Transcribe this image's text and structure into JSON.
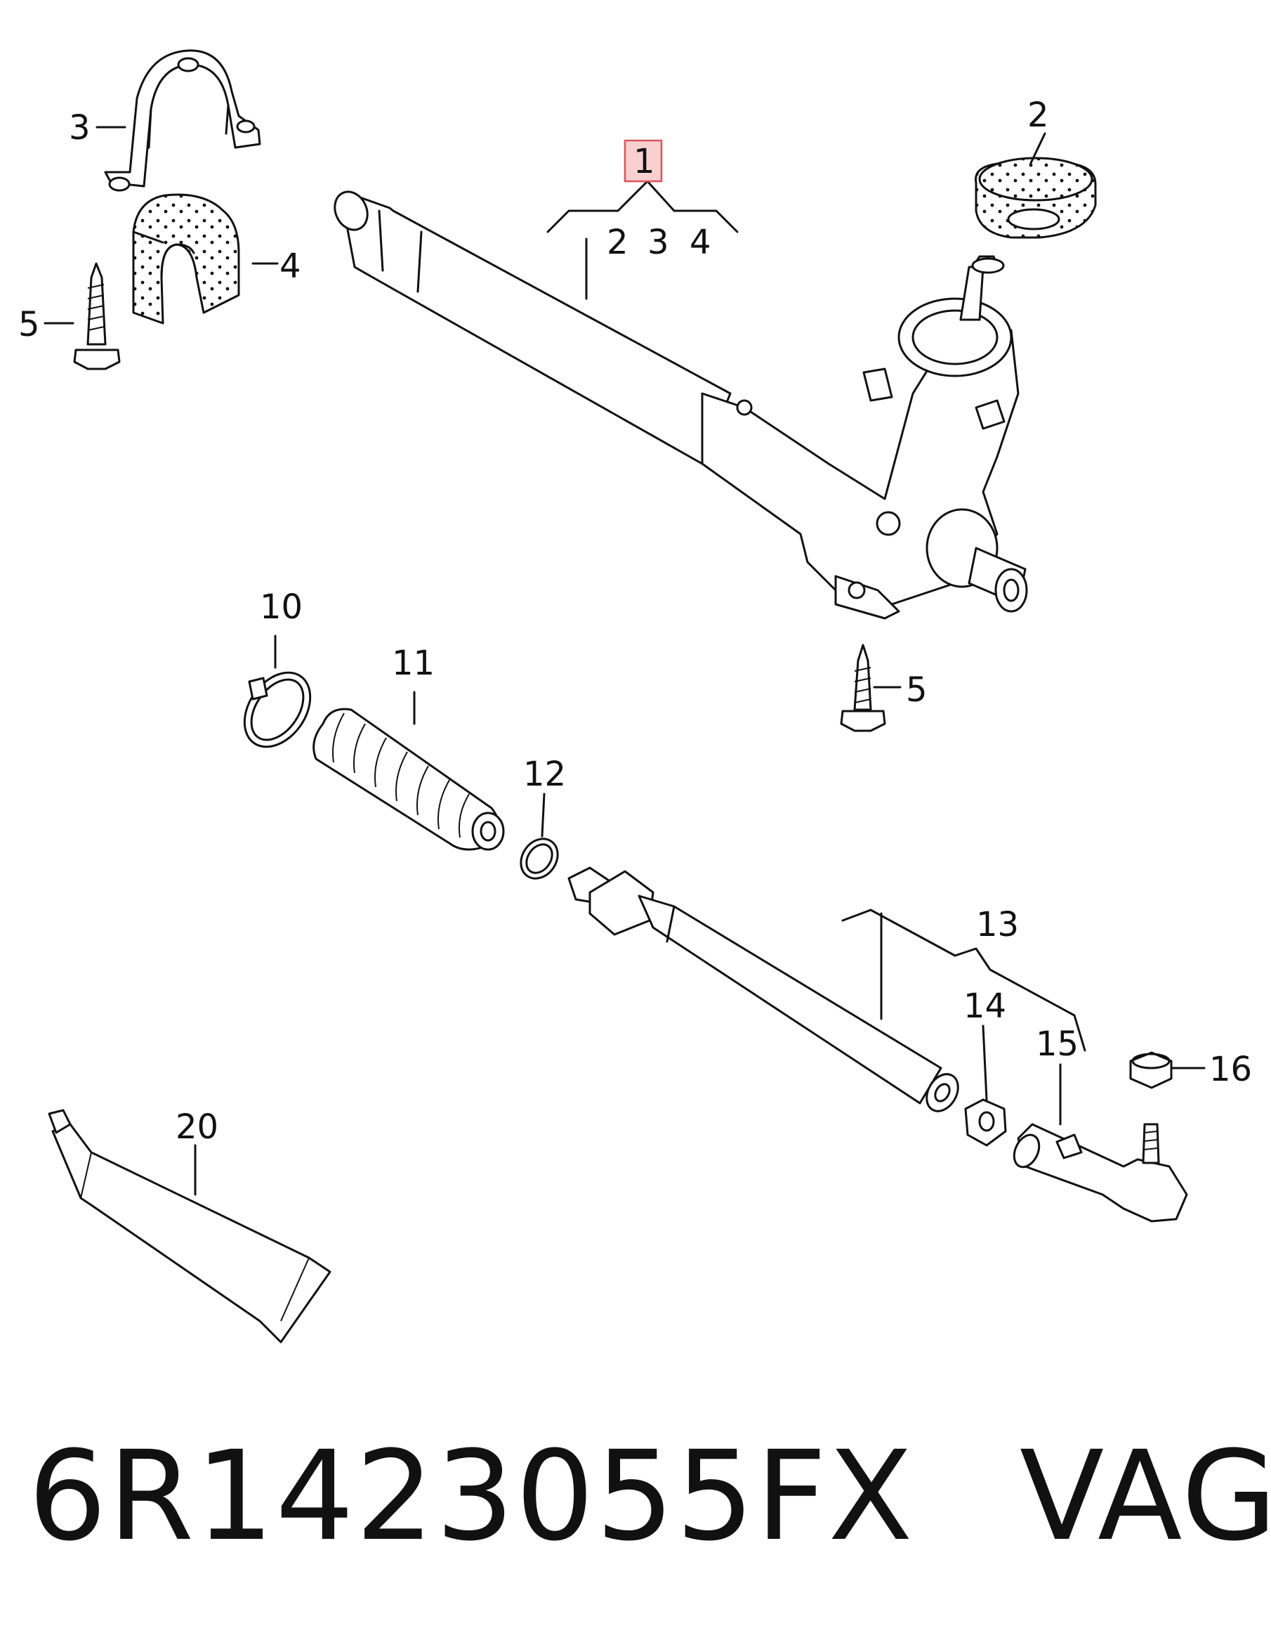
{
  "callouts": {
    "c1": "1",
    "c1_sub2": "2",
    "c1_sub3": "3",
    "c1_sub4": "4",
    "c2": "2",
    "c3": "3",
    "c4": "4",
    "c5a": "5",
    "c5b": "5",
    "c10": "10",
    "c11": "11",
    "c12": "12",
    "c13": "13",
    "c14": "14",
    "c15": "15",
    "c16": "16",
    "c20": "20"
  },
  "highlight_color": "#f9d0d0",
  "highlight_border": "#d9565a",
  "footer": {
    "part_number": "6R1423055FX",
    "brand": "VAG"
  }
}
